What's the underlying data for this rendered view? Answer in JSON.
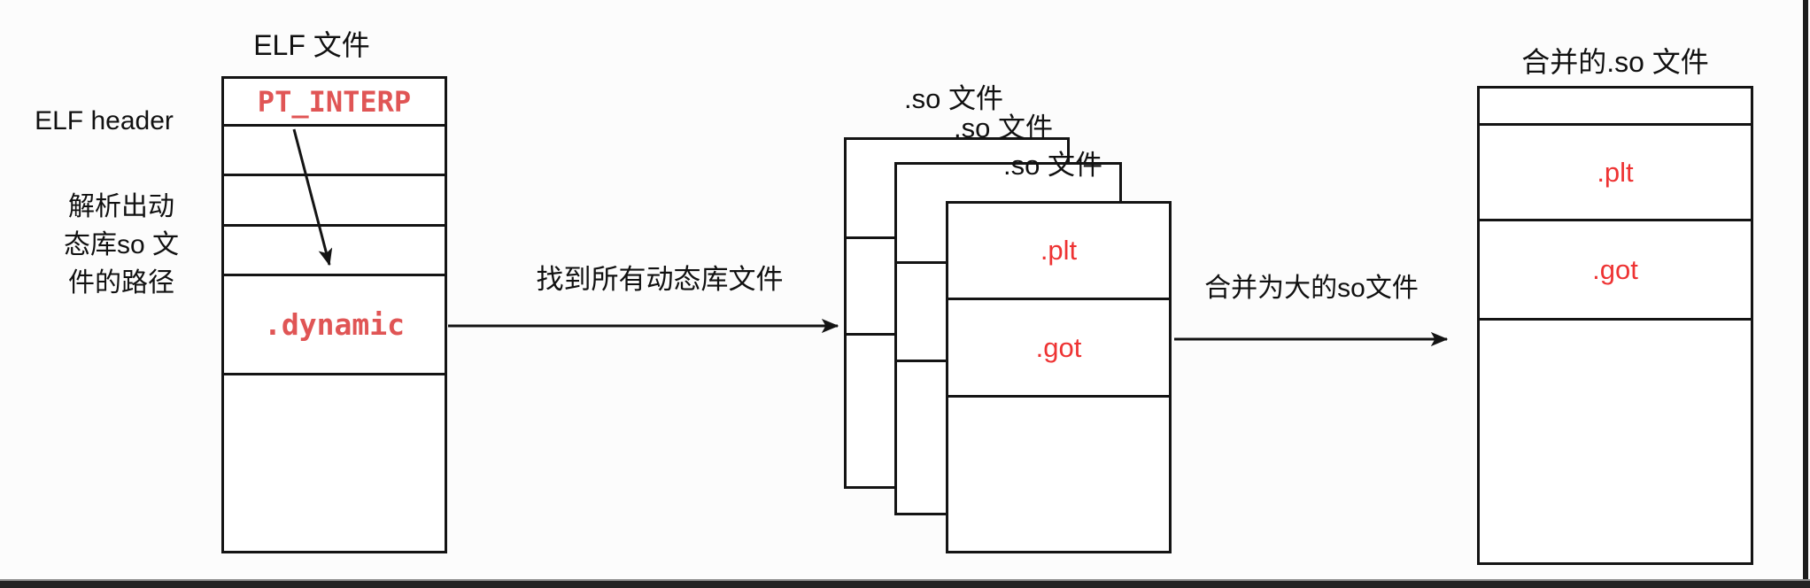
{
  "diagram": {
    "colors": {
      "mono_red": "#e05555",
      "bright_red": "#ee3333",
      "ink": "#141414"
    },
    "elf": {
      "title": "ELF 文件",
      "header_label": "ELF header",
      "side_note": "解析出动\n态库so 文\n件的路径",
      "pt_interp": "PT_INTERP",
      "dynamic": ".dynamic"
    },
    "find_arrow_label": "找到所有动态库文件",
    "so_stack": {
      "labels": [
        ".so 文件",
        ".so 文件",
        ".so 文件"
      ],
      "plt": ".plt",
      "got": ".got"
    },
    "merge_arrow_label": "合并为大的so文件",
    "merged": {
      "title": "合并的.so 文件",
      "plt": ".plt",
      "got": ".got"
    }
  }
}
